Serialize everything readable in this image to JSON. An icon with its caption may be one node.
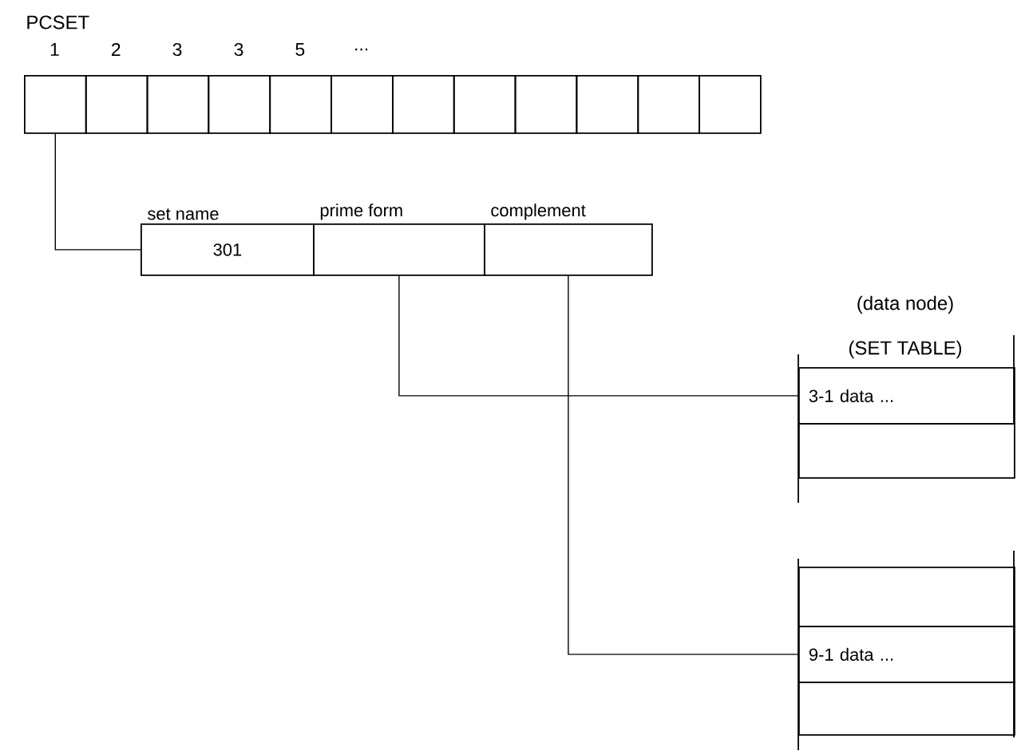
{
  "diagram": {
    "nodes": [
      {
        "text": [],
        "shape": "box"
      },
      {
        "text": [],
        "shape": "box"
      },
      {
        "text": [],
        "shape": "box"
      },
      {
        "text": [],
        "shape": "box"
      },
      {
        "text": [],
        "shape": "box"
      },
      {
        "text": [],
        "shape": "box"
      },
      {
        "text": [],
        "shape": "box"
      },
      {
        "text": [],
        "shape": "box"
      },
      {
        "text": [],
        "shape": "box"
      },
      {
        "text": [],
        "shape": "box"
      },
      {
        "text": [],
        "shape": "box"
      },
      {
        "text": [],
        "shape": "box"
      },
      {
        "text": [
          "set name",
          "301"
        ]
      },
      {
        "text": [
          "prime form"
        ]
      },
      {
        "text": [
          "complement"
        ]
      },
      {
        "text": [
          "3-1 data ..."
        ]
      },
      {
        "text": [],
        "shape": "box"
      },
      {
        "text": [],
        "shape": "box"
      },
      {
        "text": [
          "9-1 data ..."
        ]
      },
      {
        "text": [],
        "shape": "box"
      }
    ],
    "edges": [
      {
        "from": 0,
        "to": 12,
        "arrow": "none"
      },
      {
        "from": 13,
        "to": 15,
        "arrow": "none"
      },
      {
        "from": 14,
        "to": 18,
        "arrow": "none"
      }
    ],
    "labels": [
      "PCSET",
      "1",
      "2",
      "3",
      "3",
      "5",
      "...",
      "(data node)",
      "(SET TABLE)"
    ]
  }
}
